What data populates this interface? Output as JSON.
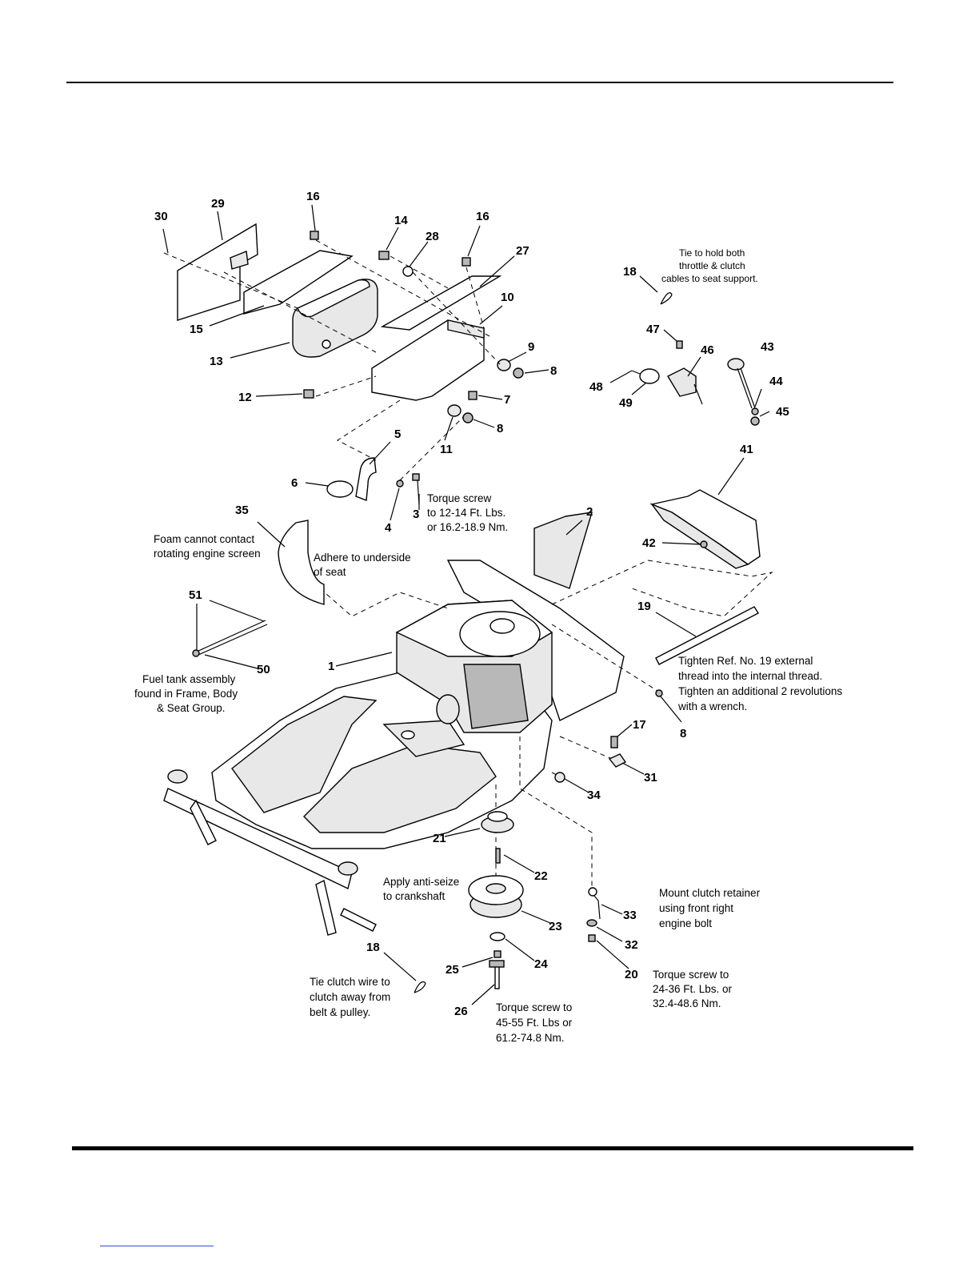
{
  "callouts": {
    "c30": "30",
    "c29": "29",
    "c16a": "16",
    "c14": "14",
    "c28": "28",
    "c16b": "16",
    "c27": "27",
    "c10": "10",
    "c15": "15",
    "c13": "13",
    "c9": "9",
    "c8a": "8",
    "c7": "7",
    "c12": "12",
    "c11": "11",
    "c8b": "8",
    "c5": "5",
    "c6": "6",
    "c3": "3",
    "c4": "4",
    "c2": "2",
    "c18a": "18",
    "c47": "47",
    "c46": "46",
    "c43": "43",
    "c48": "48",
    "c49": "49",
    "c44": "44",
    "c45": "45",
    "c41": "41",
    "c42": "42",
    "c35": "35",
    "c51": "51",
    "c50": "50",
    "c1": "1",
    "c19": "19",
    "c8c": "8",
    "c17": "17",
    "c31": "31",
    "c34": "34",
    "c21": "21",
    "c22": "22",
    "c23": "23",
    "c33": "33",
    "c32": "32",
    "c20": "20",
    "c24": "24",
    "c25": "25",
    "c26": "26",
    "c18b": "18"
  },
  "notes": {
    "tie_seat": [
      "Tie to hold both",
      "throttle & clutch",
      "cables to seat support."
    ],
    "torque_3": [
      "Torque screw",
      "to 12-14 Ft. Lbs.",
      "or 16.2-18.9 Nm."
    ],
    "foam": [
      "Foam cannot contact",
      "rotating engine screen"
    ],
    "adhere": [
      "Adhere to underside",
      "of seat"
    ],
    "fuel_tank": [
      "Fuel tank assembly",
      "found in Frame, Body",
      "& Seat Group."
    ],
    "tighten_19": [
      "Tighten Ref. No. 19 external",
      "thread into the internal thread.",
      "Tighten an additional 2 revolutions",
      "with a wrench."
    ],
    "anti_seize": [
      "Apply anti-seize",
      "to crankshaft"
    ],
    "clutch_retainer": [
      "Mount clutch retainer",
      "using front right",
      "engine bolt"
    ],
    "torque_20": [
      "Torque screw to",
      "24-36 Ft. Lbs. or",
      "32.4-48.6 Nm."
    ],
    "tie_clutch": [
      "Tie clutch wire to",
      "clutch away from",
      "belt & pulley."
    ],
    "torque_26": [
      "Torque screw to",
      "45-55 Ft. Lbs or",
      "61.2-74.8 Nm."
    ]
  }
}
